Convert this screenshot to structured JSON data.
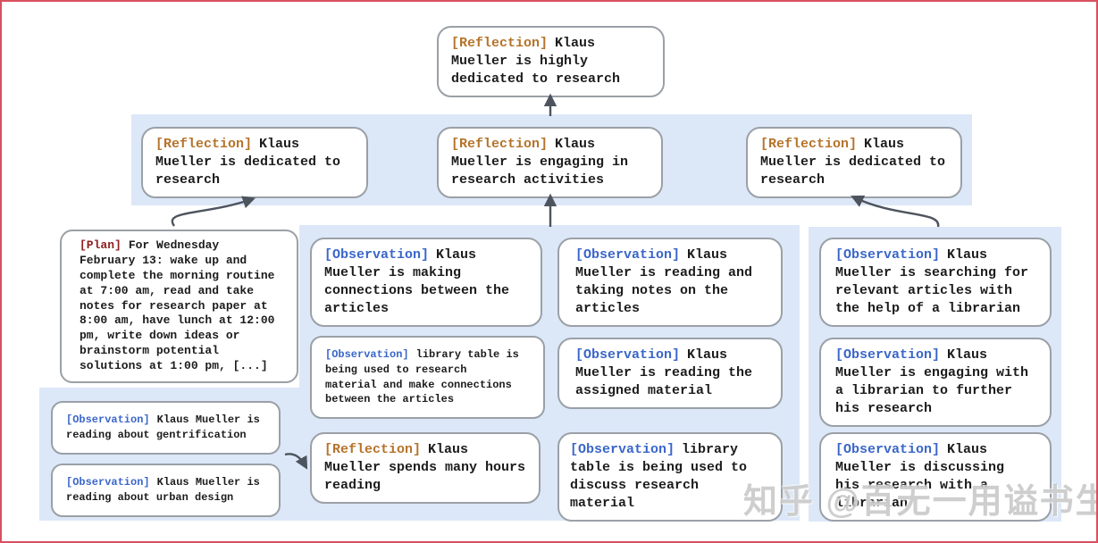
{
  "colors": {
    "frame_border": "#d8505e",
    "band_background": "#dce8f8",
    "box_border": "#9aa0a6",
    "reflection_tag": "#b5732a",
    "observation_tag": "#3a66c9",
    "plan_tag": "#8f1d1d",
    "arrow": "#4d545e",
    "text": "#1c1c1c"
  },
  "nodes": {
    "top": {
      "tag": "[Reflection]",
      "text": "Klaus Mueller is highly dedicated to research"
    },
    "reflection_row": [
      {
        "tag": "[Reflection]",
        "text": "Klaus Mueller is dedicated to research"
      },
      {
        "tag": "[Reflection]",
        "text": "Klaus Mueller is engaging in research activities"
      },
      {
        "tag": "[Reflection]",
        "text": "Klaus Mueller is dedicated to research"
      }
    ],
    "plan": {
      "tag": "[Plan]",
      "text": "For Wednesday February 13: wake up and complete the morning routine at 7:00 am, read and take notes for research paper at 8:00 am, have lunch at 12:00 pm, write down ideas or brainstorm potential solutions at 1:00 pm, [...]"
    },
    "left_observations": [
      {
        "tag": "[Observation]",
        "text": "Klaus Mueller is reading about gentrification"
      },
      {
        "tag": "[Observation]",
        "text": "Klaus Mueller is reading about urban design"
      }
    ],
    "mid_col1": [
      {
        "tag": "[Observation]",
        "text": "Klaus Mueller is making connections between the articles"
      },
      {
        "tag": "[Observation]",
        "text": "library table is being used to research material and make connections between the articles"
      },
      {
        "tag": "[Reflection]",
        "text": "Klaus Mueller spends many hours reading"
      }
    ],
    "mid_col2": [
      {
        "tag": "[Observation]",
        "text": "Klaus Mueller is reading and taking notes on the articles"
      },
      {
        "tag": "[Observation]",
        "text": "Klaus Mueller is reading the assigned material"
      },
      {
        "tag": "[Observation]",
        "text": "library table is being used to discuss research material"
      }
    ],
    "right_col": [
      {
        "tag": "[Observation]",
        "text": "Klaus Mueller is searching for relevant articles with the help of a librarian"
      },
      {
        "tag": "[Observation]",
        "text": "Klaus Mueller is engaging with a librarian to further his research"
      },
      {
        "tag": "[Observation]",
        "text": "Klaus Mueller is discussing his research with a librarian"
      }
    ]
  },
  "watermark": {
    "text": "知乎 @百无一用谥书生"
  }
}
